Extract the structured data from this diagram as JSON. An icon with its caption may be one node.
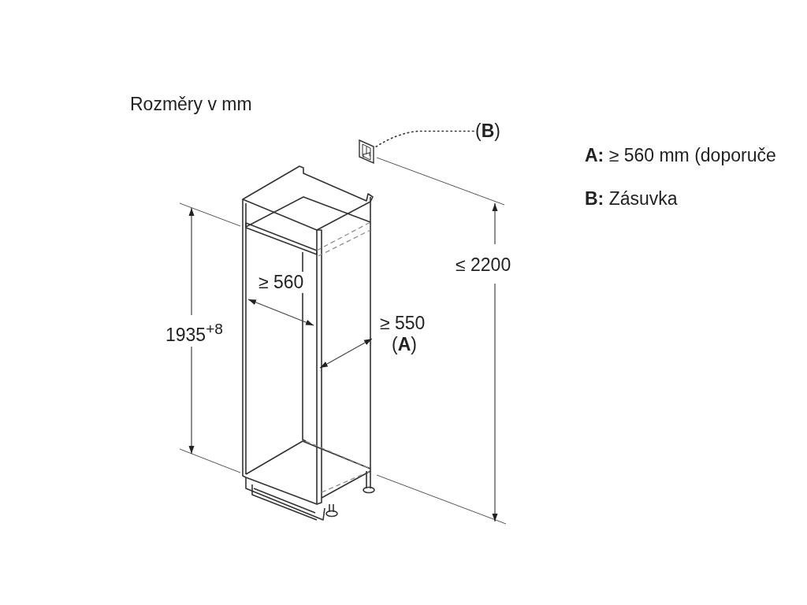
{
  "diagram": {
    "title": "Rozměry v mm",
    "nodes": [
      {
        "text": [
          "(**B**)"
        ]
      },
      {
        "text": [],
        "shape": "picture"
      }
    ],
    "edges": [
      {
        "from": 0,
        "to": 1,
        "arrow": "none",
        "style": "dashed"
      }
    ],
    "labels": [
      "**A:** ≥ 560 mm (doporuče",
      "**B:** Zásuvka",
      "≤ 2200",
      "≥ 560",
      "1935$^{+8}$",
      "≥ 550",
      "(**A**)"
    ]
  }
}
